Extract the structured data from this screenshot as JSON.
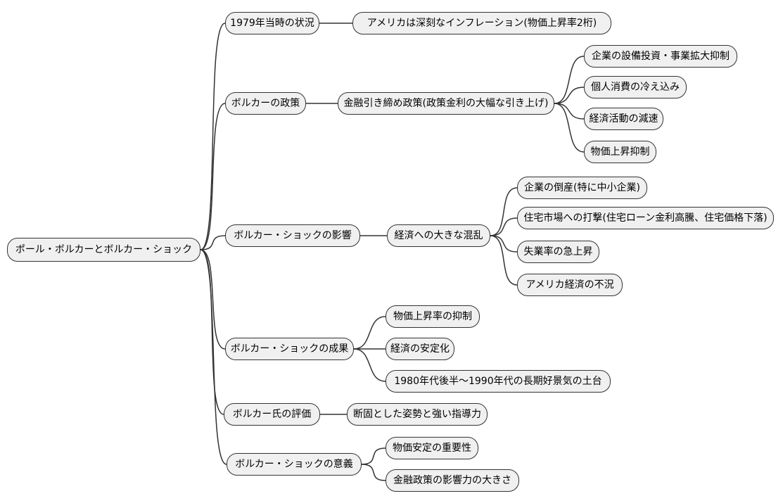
{
  "style": {
    "background": "#ffffff",
    "node_fill": "#f0f0f0",
    "node_border": "#333333",
    "edge": "#333333",
    "text": "#000000"
  },
  "nodes": [
    {
      "id": "root",
      "parent": null,
      "label": "ポール・ボルカーとボルカー・ショック"
    },
    {
      "id": "b1",
      "parent": "root",
      "label": "1979年当時の状況"
    },
    {
      "id": "b1a",
      "parent": "b1",
      "label": "アメリカは深刻なインフレーション(物価上昇率2桁)"
    },
    {
      "id": "b2",
      "parent": "root",
      "label": "ボルカーの政策"
    },
    {
      "id": "b2a",
      "parent": "b2",
      "label": "金融引き締め政策(政策金利の大幅な引き上げ)"
    },
    {
      "id": "b2a1",
      "parent": "b2a",
      "label": "企業の設備投資・事業拡大抑制"
    },
    {
      "id": "b2a2",
      "parent": "b2a",
      "label": "個人消費の冷え込み"
    },
    {
      "id": "b2a3",
      "parent": "b2a",
      "label": "経済活動の減速"
    },
    {
      "id": "b2a4",
      "parent": "b2a",
      "label": "物価上昇抑制"
    },
    {
      "id": "b3",
      "parent": "root",
      "label": "ボルカー・ショックの影響"
    },
    {
      "id": "b3a",
      "parent": "b3",
      "label": "経済への大きな混乱"
    },
    {
      "id": "b3a1",
      "parent": "b3a",
      "label": "企業の倒産(特に中小企業)"
    },
    {
      "id": "b3a2",
      "parent": "b3a",
      "label": "住宅市場への打撃(住宅ローン金利高騰、住宅価格下落)"
    },
    {
      "id": "b3a3",
      "parent": "b3a",
      "label": "失業率の急上昇"
    },
    {
      "id": "b3a4",
      "parent": "b3a",
      "label": "アメリカ経済の不況"
    },
    {
      "id": "b4",
      "parent": "root",
      "label": "ボルカー・ショックの成果"
    },
    {
      "id": "b4a",
      "parent": "b4",
      "label": "物価上昇率の抑制"
    },
    {
      "id": "b4b",
      "parent": "b4",
      "label": "経済の安定化"
    },
    {
      "id": "b4c",
      "parent": "b4",
      "label": "1980年代後半〜1990年代の長期好景気の土台"
    },
    {
      "id": "b5",
      "parent": "root",
      "label": "ボルカー氏の評価"
    },
    {
      "id": "b5a",
      "parent": "b5",
      "label": "断固とした姿勢と強い指導力"
    },
    {
      "id": "b6",
      "parent": "root",
      "label": "ボルカー・ショックの意義"
    },
    {
      "id": "b6a",
      "parent": "b6",
      "label": "物価安定の重要性"
    },
    {
      "id": "b6b",
      "parent": "b6",
      "label": "金融政策の影響力の大きさ"
    }
  ]
}
